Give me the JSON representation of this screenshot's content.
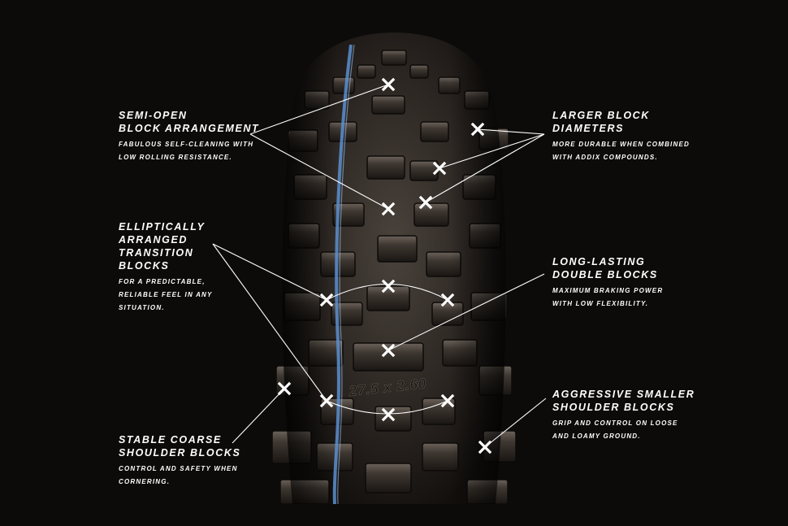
{
  "callouts": {
    "semi_open": {
      "title": "SEMI-OPEN\nBLOCK ARRANGEMENT",
      "desc": "FABULOUS SELF-CLEANING WITH\nLOW ROLLING RESISTANCE."
    },
    "elliptical": {
      "title": "ELLIPTICALLY\nARRANGED\nTRANSITION\nBLOCKS",
      "desc": "FOR A PREDICTABLE,\nRELIABLE FEEL IN ANY\nSITUATION."
    },
    "stable": {
      "title": "STABLE COARSE\nSHOULDER BLOCKS",
      "desc": "CONTROL AND SAFETY WHEN\nCORNERING."
    },
    "larger": {
      "title": "LARGER BLOCK\nDIAMETERS",
      "desc": "MORE DURABLE WHEN COMBINED\nWITH ADDIX COMPOUNDS."
    },
    "long_lasting": {
      "title": "LONG-LASTING\nDOUBLE BLOCKS",
      "desc": "MAXIMUM BRAKING POWER\nWITH LOW FLEXIBILITY."
    },
    "aggressive": {
      "title": "AGGRESSIVE SMALLER\nSHOULDER BLOCKS",
      "desc": "GRIP AND CONTROL ON LOOSE\nAND LOAMY GROUND."
    }
  },
  "tire": {
    "size_marking": "27.5 x 2.60",
    "colors": {
      "background": "#0c0b0a",
      "rubber": "#2a2521",
      "stripe": "#5a8fd0",
      "annotation": "#ffffff"
    }
  }
}
